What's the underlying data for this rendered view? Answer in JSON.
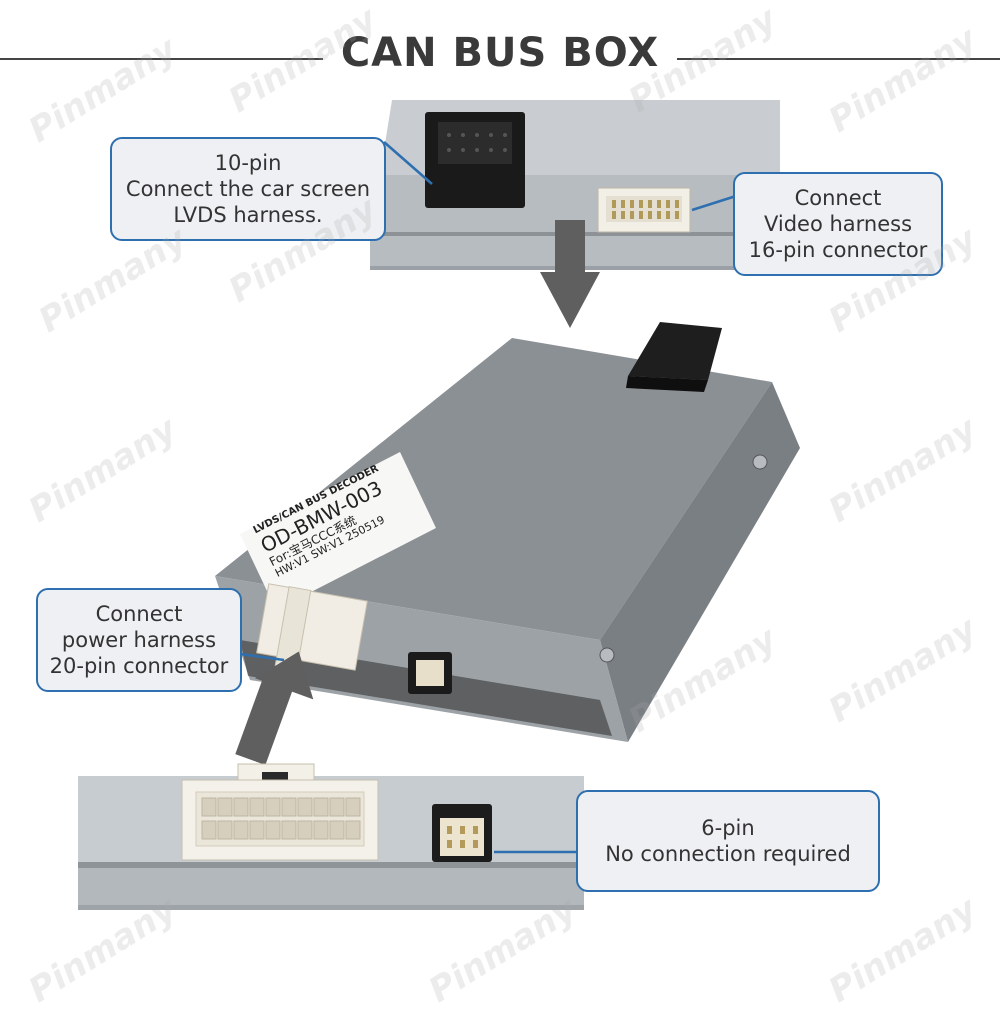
{
  "title": "CAN BUS BOX",
  "watermark": "Pinmany",
  "callouts": {
    "lvds": {
      "lines": [
        "10-pin",
        "Connect the car screen",
        "LVDS harness."
      ]
    },
    "video": {
      "lines": [
        "Connect",
        "Video harness",
        "16-pin connector"
      ]
    },
    "power": {
      "lines": [
        "Connect",
        "power harness",
        "20-pin connector"
      ]
    },
    "sixpin": {
      "lines": [
        "6-pin",
        "No connection required"
      ]
    }
  },
  "device_label": {
    "line1": "LVDS/CAN BUS DECODER",
    "line2": "OD-BMW-003",
    "line3": "For:宝马CCC系统",
    "line4": "HW:V1 SW:V1 250519"
  },
  "colors": {
    "callout_border": "#2e6fb0",
    "callout_fill": "#eef0f3",
    "arrow": "#5f5f5f",
    "box_grey": "#8a8f94"
  }
}
